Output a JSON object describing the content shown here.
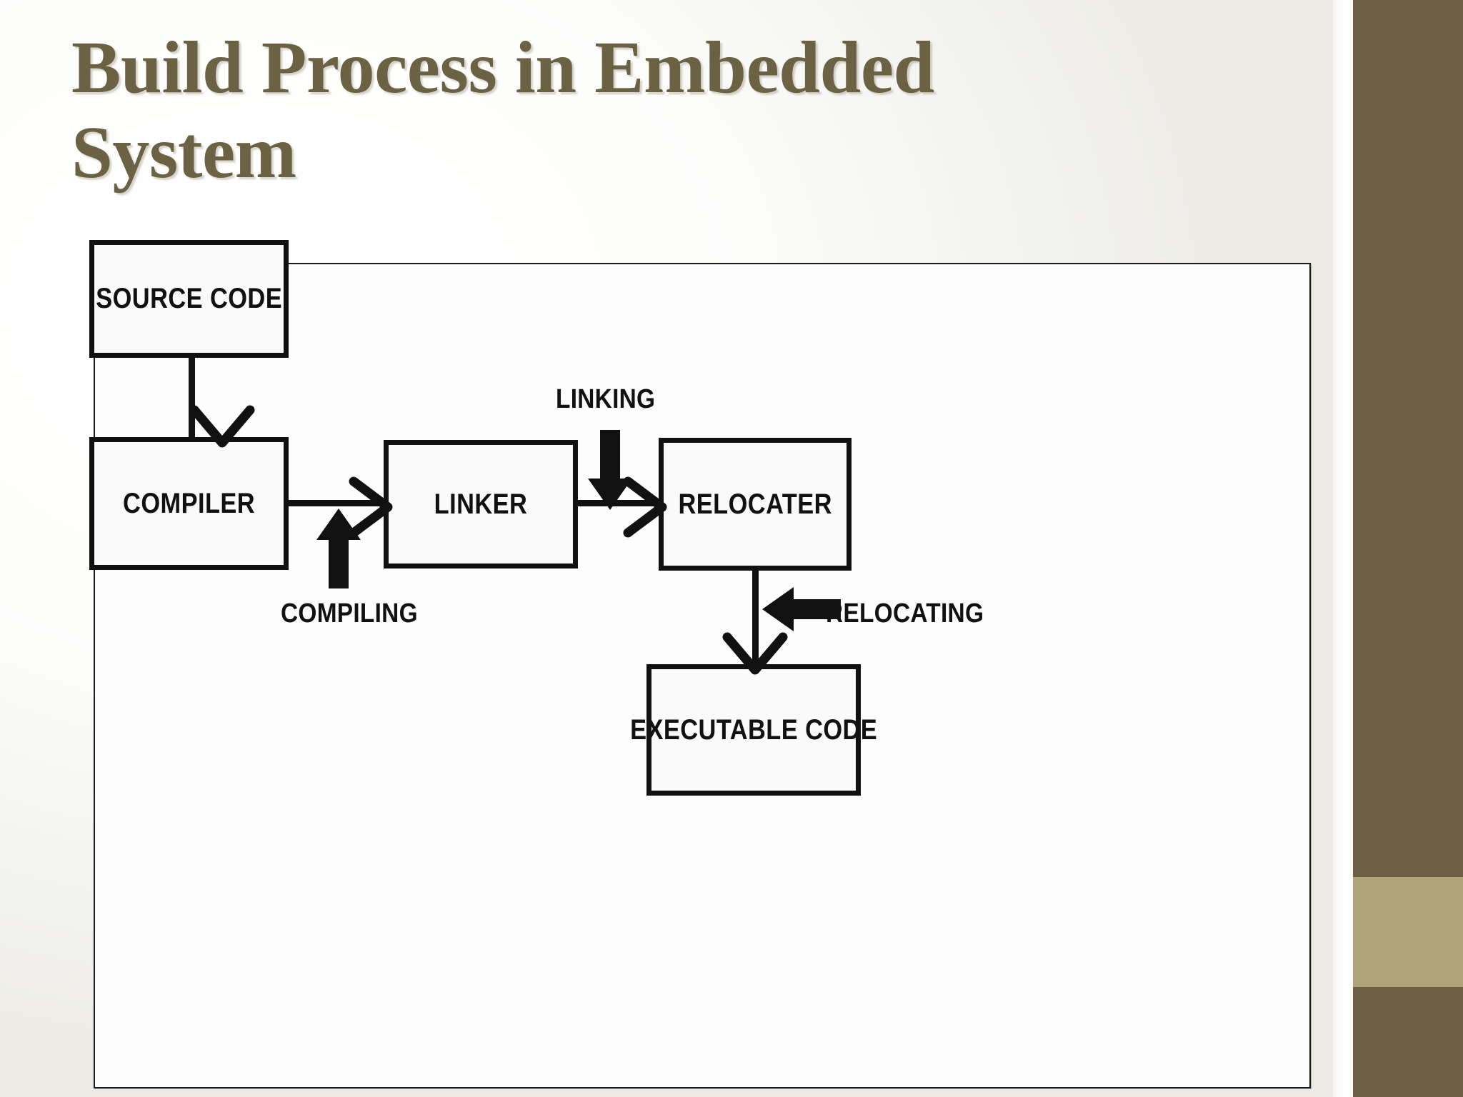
{
  "slide": {
    "title": "Build Process in Embedded System",
    "title_color": "#6B6244",
    "background_color": "#ffffff"
  },
  "sidebar": {
    "primary_color": "#6B5F45",
    "accent_band_color": "#AEA47C"
  },
  "diagram": {
    "border_color": "#1b1b1b",
    "fill_color": "#fafafa",
    "stroke_color": "#111111",
    "nodes": [
      {
        "id": "source",
        "label": "SOURCE CODE"
      },
      {
        "id": "compiler",
        "label": "COMPILER"
      },
      {
        "id": "linker",
        "label": "LINKER"
      },
      {
        "id": "relocater",
        "label": "RELOCATER"
      },
      {
        "id": "executable",
        "label": "EXECUTABLE CODE"
      }
    ],
    "process_labels": [
      {
        "id": "linking",
        "label": "LINKING",
        "arrow": "down"
      },
      {
        "id": "compiling",
        "label": "COMPILING",
        "arrow": "up"
      },
      {
        "id": "relocating",
        "label": "RELOCATING",
        "arrow": "left"
      }
    ],
    "connections": [
      {
        "from": "SOURCE CODE",
        "to": "COMPILER",
        "direction": "down"
      },
      {
        "from": "COMPILER",
        "to": "LINKER",
        "direction": "right"
      },
      {
        "from": "LINKER",
        "to": "RELOCATER",
        "direction": "right"
      },
      {
        "from": "RELOCATER",
        "to": "EXECUTABLE CODE",
        "direction": "down"
      }
    ]
  }
}
